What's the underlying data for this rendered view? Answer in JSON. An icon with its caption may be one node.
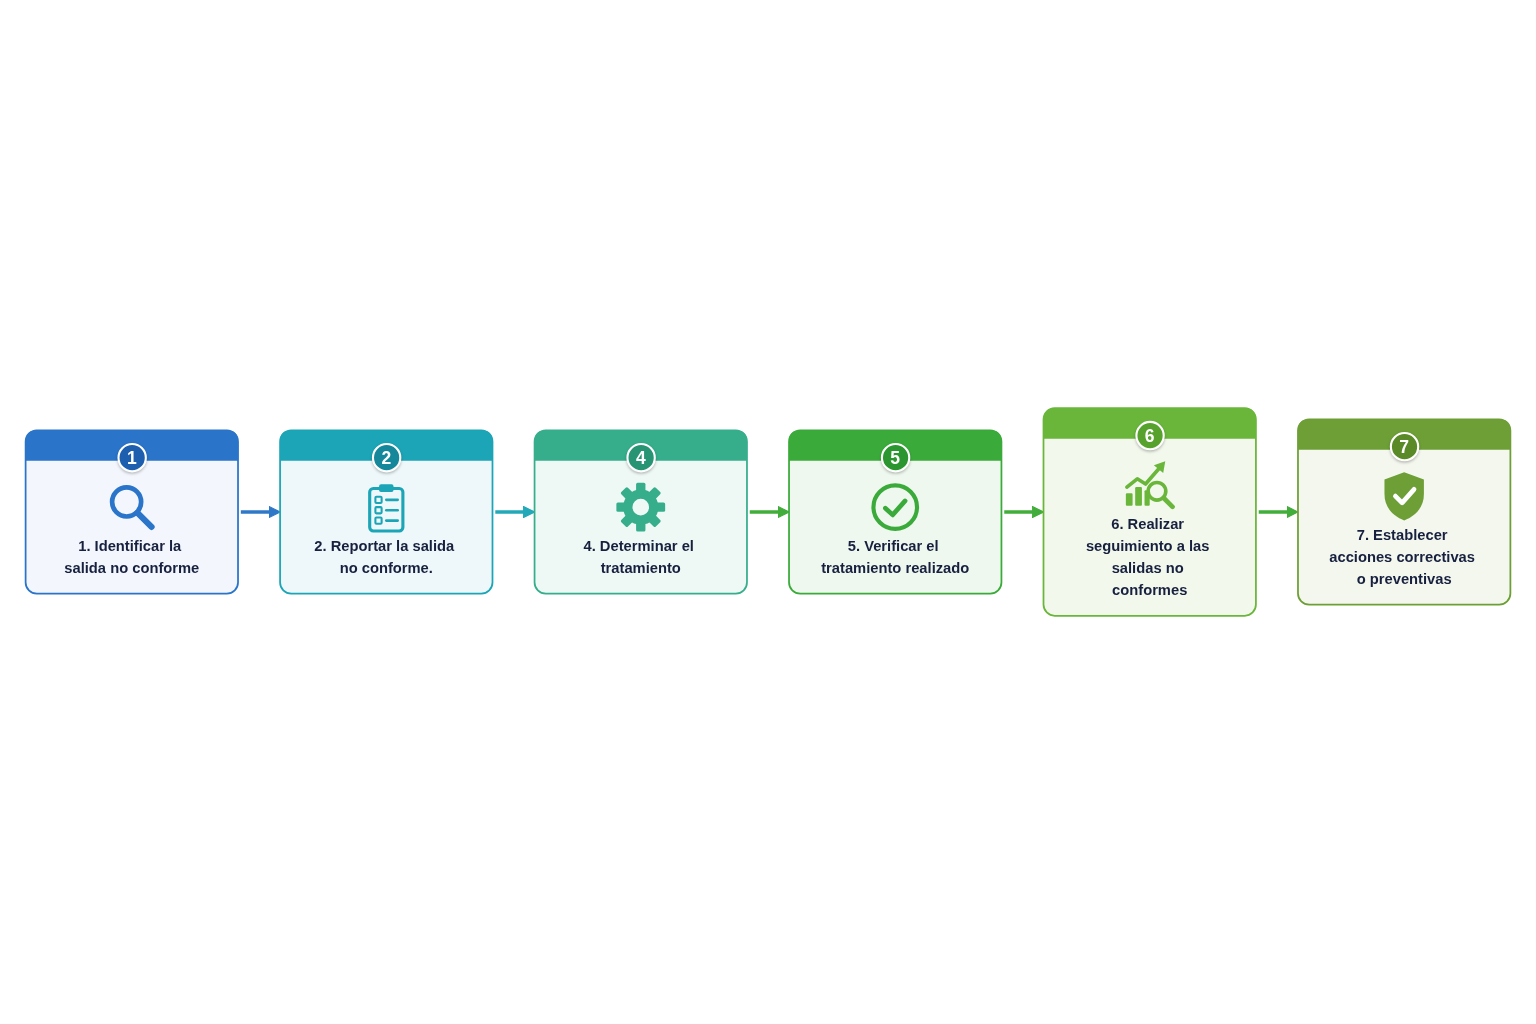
{
  "diagram": {
    "nodes": [
      {
        "text": [
          "1",
          "1. Identificar la salida no conforme"
        ]
      },
      {
        "text": [
          "2",
          "2. Reportar la salida no conforme."
        ]
      },
      {
        "text": [
          "4",
          "4. Determinar el tratamiento"
        ]
      },
      {
        "text": [
          "5",
          "5. Verificar el tratamiento realizado"
        ]
      },
      {
        "text": [
          "6",
          "6. Realizar seguimiento a las salidas no conformes"
        ]
      },
      {
        "text": [
          "7",
          "7. Establecer acciones correctivas o preventivas"
        ]
      }
    ],
    "edges": [
      {
        "from": 0,
        "to": 1,
        "arrow": "to",
        "color": "#2f78c8"
      },
      {
        "from": 1,
        "to": 2,
        "arrow": "to",
        "color": "#22a8b8"
      },
      {
        "from": 2,
        "to": 3,
        "arrow": "to"
      },
      {
        "from": 3,
        "to": 4,
        "arrow": "to"
      },
      {
        "from": 4,
        "to": 5,
        "arrow": "to"
      }
    ]
  }
}
